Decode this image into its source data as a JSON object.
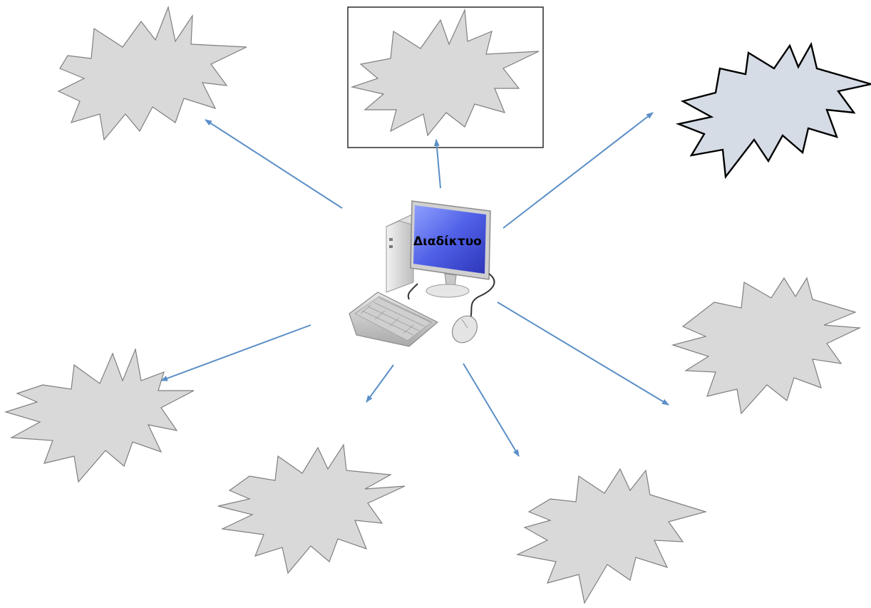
{
  "diagram": {
    "center_label": "Διαδίκτυο",
    "center_icon": "desktop-computer-icon",
    "colors": {
      "arrow": "#5b8fc7",
      "burst_fill": "#d9d9d9",
      "burst_outline": "#7f7f7f",
      "highlight_burst_fill": "#d6dce5",
      "monitor_screen": "#4f5fe6"
    },
    "branches": [
      {
        "id": "top-left",
        "label": ""
      },
      {
        "id": "top",
        "label": "",
        "framed": true
      },
      {
        "id": "top-right",
        "label": "",
        "highlighted": true
      },
      {
        "id": "right",
        "label": ""
      },
      {
        "id": "bottom-right",
        "label": ""
      },
      {
        "id": "bottom",
        "label": ""
      },
      {
        "id": "bottom-left",
        "label": ""
      },
      {
        "id": "left",
        "label": ""
      }
    ]
  }
}
